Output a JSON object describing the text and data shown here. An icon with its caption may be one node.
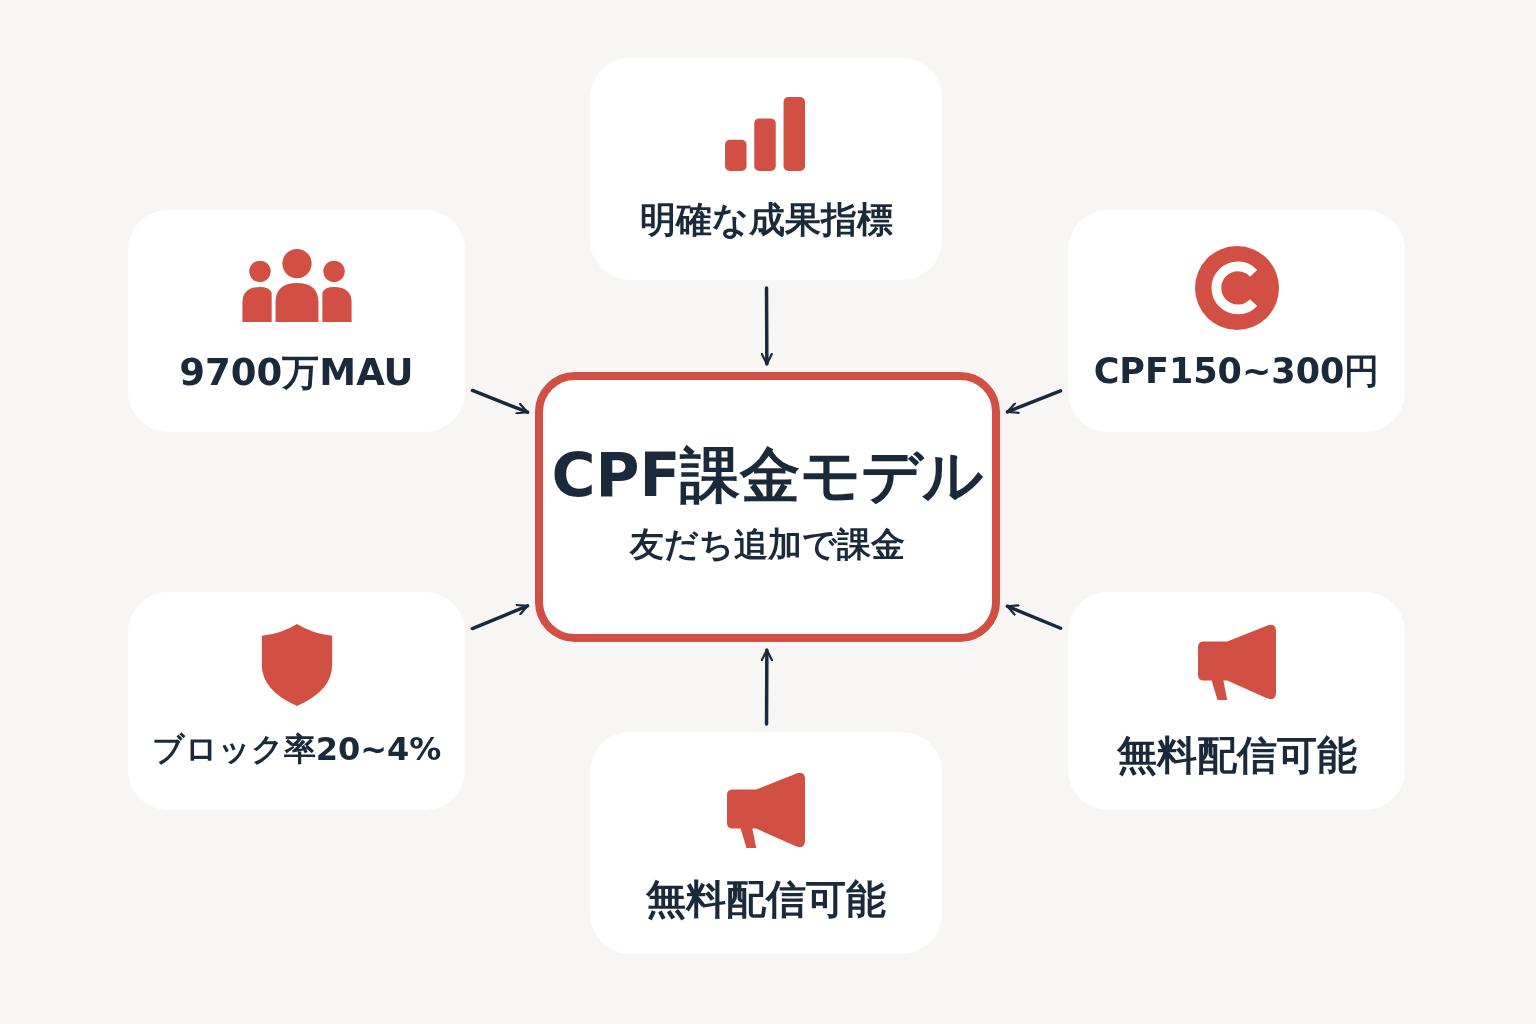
{
  "diagram": {
    "nodes": [
      {
        "text": [
          "明確な成果指標"
        ]
      },
      {
        "text": [
          "9700万MAU"
        ]
      },
      {
        "text": [
          "CPF150~300円"
        ]
      },
      {
        "text": [
          "CPF課金モデル",
          "友だち追加で課金"
        ]
      },
      {
        "text": [
          "ブロック率20~4%"
        ]
      },
      {
        "text": [
          "無料配信可能"
        ]
      },
      {
        "text": [
          "無料配信可能"
        ]
      }
    ],
    "edges": [
      {
        "from": 0,
        "to": 3,
        "arrow": "to"
      },
      {
        "from": 1,
        "to": 3,
        "arrow": "to"
      },
      {
        "from": 2,
        "to": 3,
        "arrow": "to"
      },
      {
        "from": 4,
        "to": 3,
        "arrow": "to"
      },
      {
        "from": 5,
        "to": 3,
        "arrow": "to"
      },
      {
        "from": 6,
        "to": 3,
        "arrow": "to"
      }
    ]
  }
}
